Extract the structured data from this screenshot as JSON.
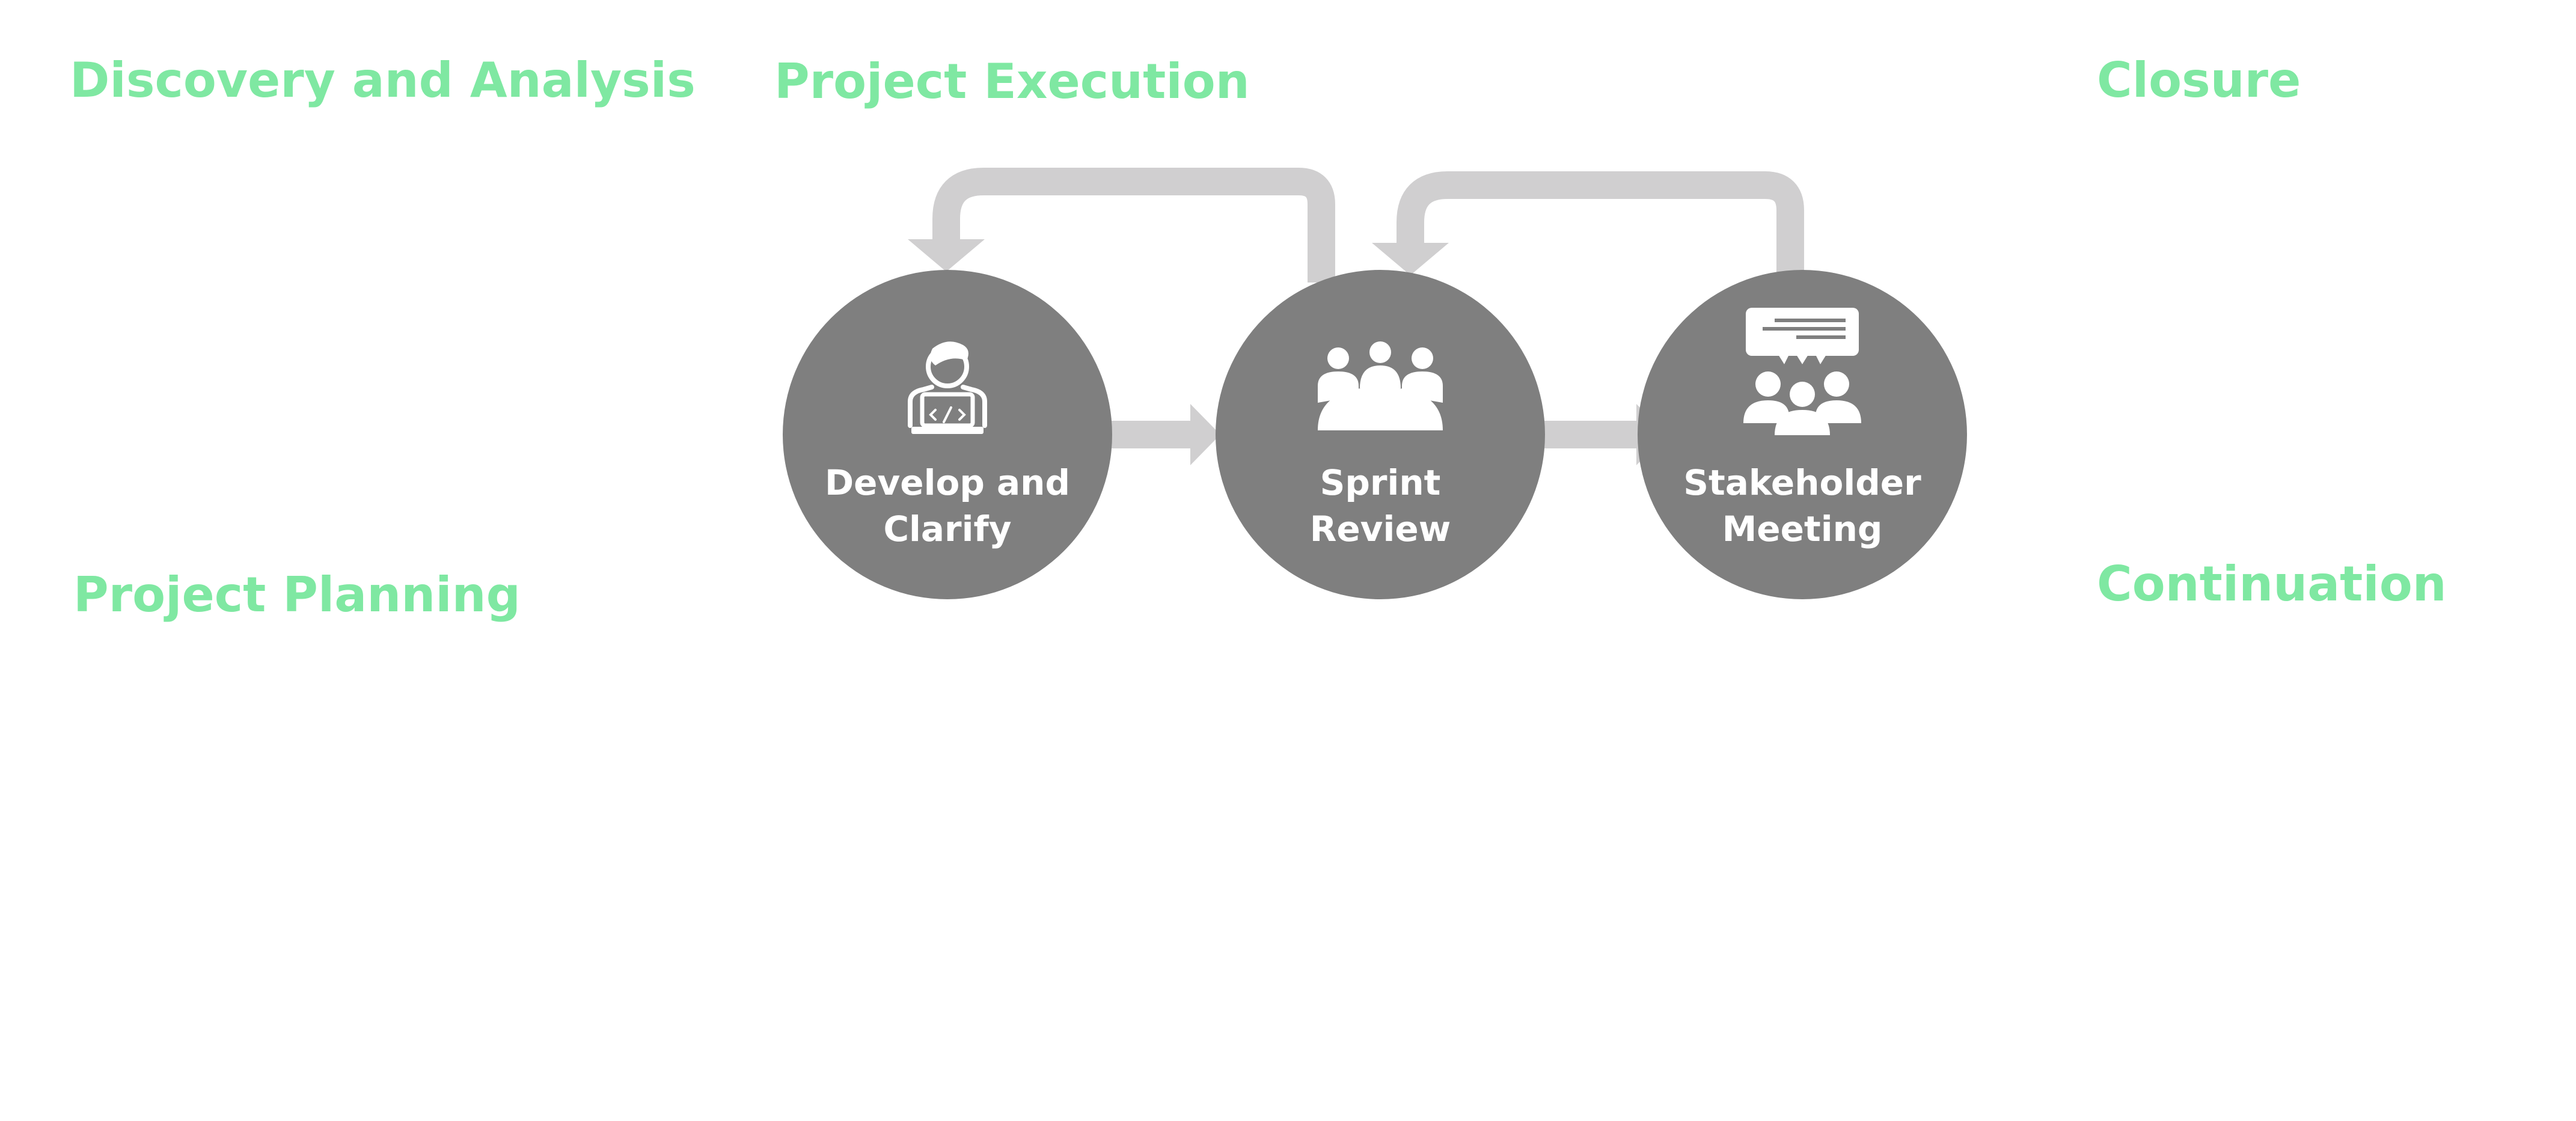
{
  "colors": {
    "phase_text": "#7fe8a2",
    "node_fill": "#7f7f7f",
    "connector": "#d0cfd0",
    "icon": "#ffffff"
  },
  "phases": {
    "discovery": "Discovery and Analysis",
    "planning": "Project Planning",
    "execution": "Project Execution",
    "closure": "Closure",
    "continuation": "Continuation"
  },
  "nodes": [
    {
      "line1": "Develop and",
      "line2": "Clarify",
      "icon": "developer-laptop-icon"
    },
    {
      "line1": "Sprint",
      "line2": "Review",
      "icon": "meeting-table-icon"
    },
    {
      "line1": "Stakeholder",
      "line2": "Meeting",
      "icon": "group-discussion-icon"
    }
  ]
}
